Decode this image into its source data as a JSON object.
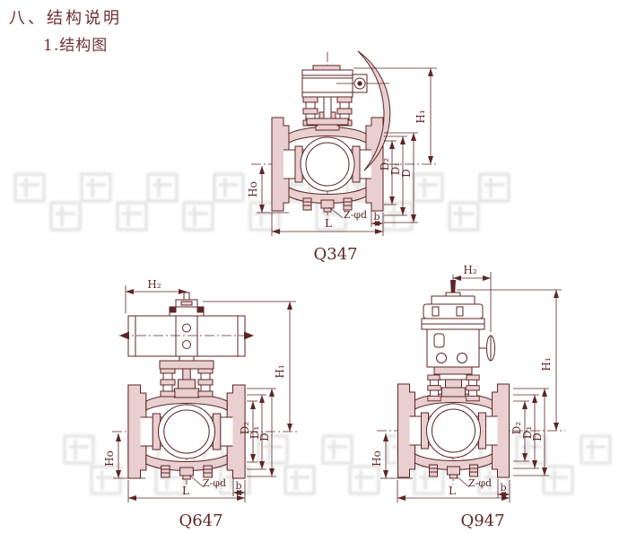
{
  "title": {
    "section": "八、结构说明",
    "subsection": "1.结构图"
  },
  "colors": {
    "line_ink": "#5d2626",
    "section_fill": "#e9cfcf",
    "heading_text": "#6e2f30",
    "watermark_gray": "#b9b9b9",
    "background": "#ffffff"
  },
  "drawings": {
    "q347": {
      "caption": "Q347",
      "operator": "worm-gear-handwheel",
      "labels": {
        "h1": "H₁",
        "h0": "Ho",
        "d2": "D₂",
        "d1": "D₁",
        "d": "D",
        "l": "L",
        "bolt": "Z-φd",
        "b": "b"
      }
    },
    "q647": {
      "caption": "Q647",
      "operator": "pneumatic-actuator",
      "labels": {
        "h2": "H₂",
        "h1": "H₁",
        "h0": "Ho",
        "d2": "D₂",
        "d1": "D₁",
        "d": "D",
        "l": "L",
        "bolt": "Z-φd",
        "b": "b"
      }
    },
    "q947": {
      "caption": "Q947",
      "operator": "electric-actuator",
      "labels": {
        "h2": "H₂",
        "h1": "H₁",
        "h0": "Ho",
        "d2": "D₂",
        "d1": "D₁",
        "d": "D",
        "l": "L",
        "bolt": "Z-φd",
        "b": "b"
      }
    }
  }
}
